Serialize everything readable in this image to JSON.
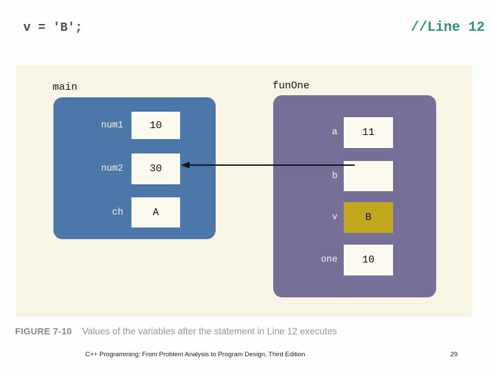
{
  "header": {
    "code_left": "v = 'B';",
    "code_right": "//Line 12"
  },
  "figure": {
    "frames": [
      {
        "name": "main",
        "variables": [
          {
            "label": "num1",
            "value": "10"
          },
          {
            "label": "num2",
            "value": "30"
          },
          {
            "label": "ch",
            "value": "A"
          }
        ]
      },
      {
        "name": "funOne",
        "variables": [
          {
            "label": "a",
            "value": "11"
          },
          {
            "label": "b",
            "value": ""
          },
          {
            "label": "v",
            "value": "B",
            "highlighted": true
          },
          {
            "label": "one",
            "value": "10"
          }
        ]
      }
    ],
    "arrow": {
      "from": "funOne.b",
      "to": "main.num2"
    },
    "colors": {
      "main_box": "#4b78a9",
      "funone_box": "#767098",
      "highlight_cell": "#c3a71d",
      "panel_bg": "#f9f5e5",
      "cell_bg": "#fcf9ee",
      "comment_teal": "#2e9377",
      "arrow": "#15151f"
    }
  },
  "caption": {
    "label": "FIGURE 7-10",
    "text": "Values of the variables after the statement in Line 12 executes"
  },
  "footer": {
    "text": "C++ Programming: From Problem Analysis to Program Design, Third Edition",
    "page": "29"
  }
}
